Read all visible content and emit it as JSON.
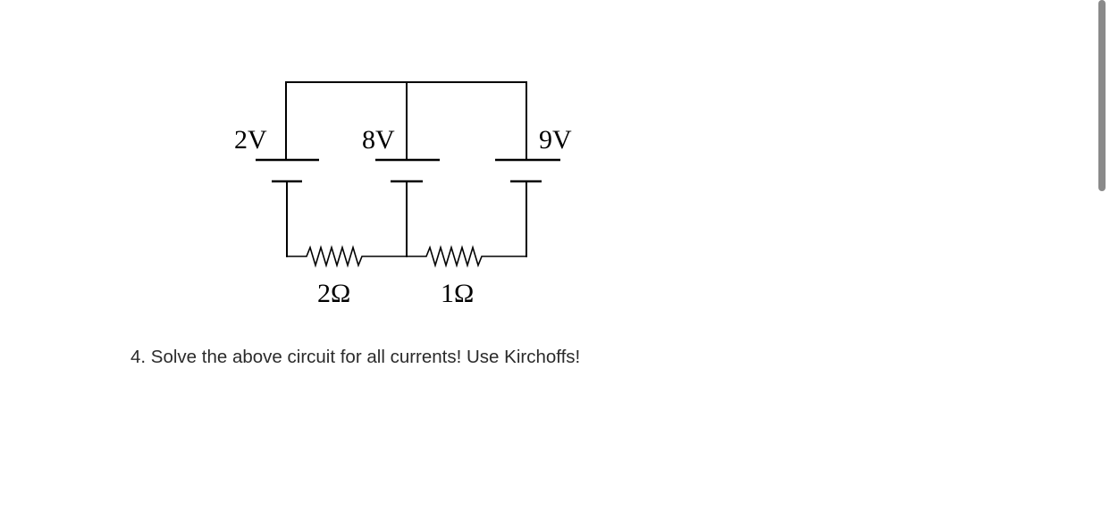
{
  "circuit": {
    "batteries": [
      {
        "label": "2V"
      },
      {
        "label": "8V"
      },
      {
        "label": "9V"
      }
    ],
    "resistors": [
      {
        "label": "2Ω"
      },
      {
        "label": "1Ω"
      }
    ]
  },
  "question": "4. Solve the above circuit for all currents! Use Kirchoffs!"
}
